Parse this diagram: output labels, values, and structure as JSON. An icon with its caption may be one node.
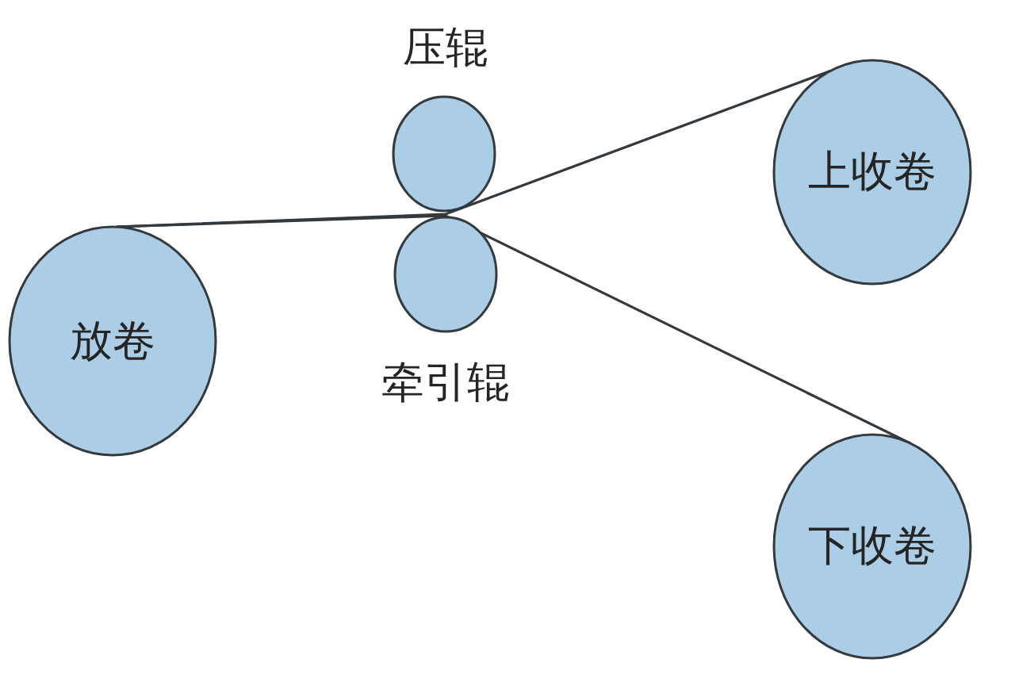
{
  "diagram": {
    "nodes": [
      {
        "text": [
          "放卷"
        ]
      },
      {
        "text": [
          "压辊"
        ]
      },
      {
        "text": [
          "牵引辊"
        ]
      },
      {
        "text": [
          "上收卷"
        ]
      },
      {
        "text": [
          "下收卷"
        ]
      }
    ],
    "edges": [
      {
        "from": 0,
        "to": 3,
        "arrow": "none"
      },
      {
        "from": 0,
        "to": 4,
        "arrow": "none"
      }
    ]
  }
}
